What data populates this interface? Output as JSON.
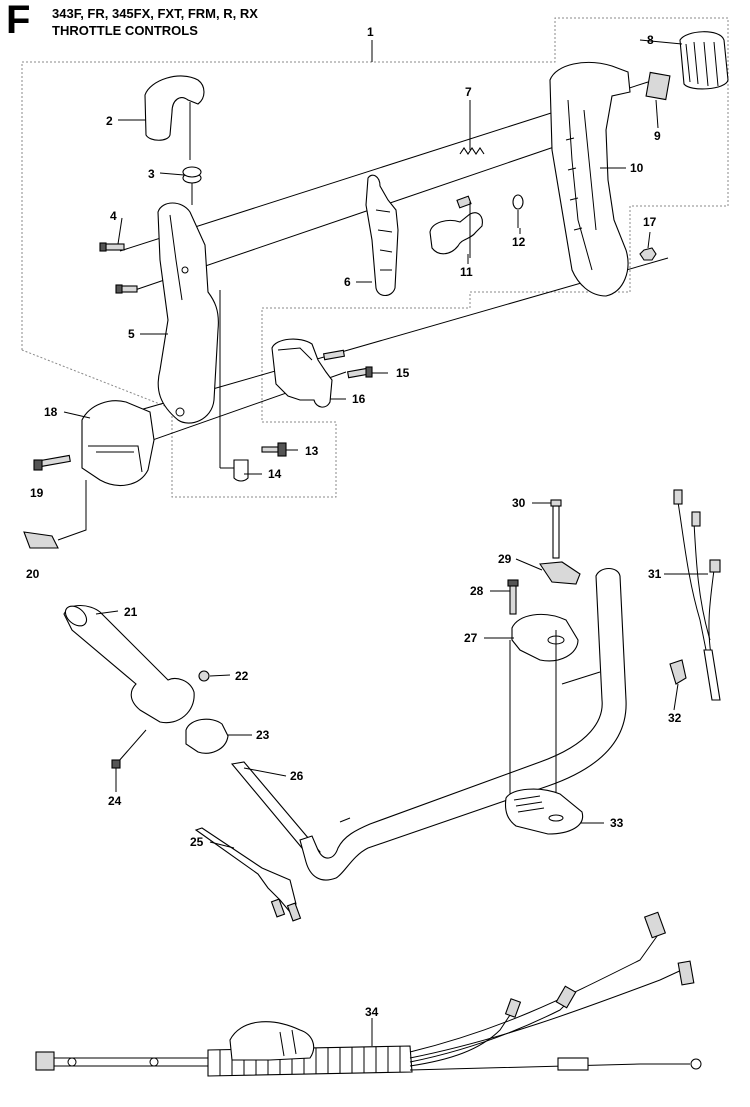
{
  "section": "F",
  "header": {
    "models": "343F, FR, 345FX, FXT, FRM, R, RX",
    "title": "THROTTLE CONTROLS"
  },
  "callouts": [
    "1",
    "2",
    "3",
    "4",
    "5",
    "6",
    "7",
    "8",
    "9",
    "10",
    "11",
    "12",
    "13",
    "14",
    "15",
    "16",
    "17",
    "18",
    "19",
    "20",
    "21",
    "22",
    "23",
    "24",
    "25",
    "26",
    "27",
    "28",
    "29",
    "30",
    "31",
    "32",
    "33",
    "34"
  ]
}
